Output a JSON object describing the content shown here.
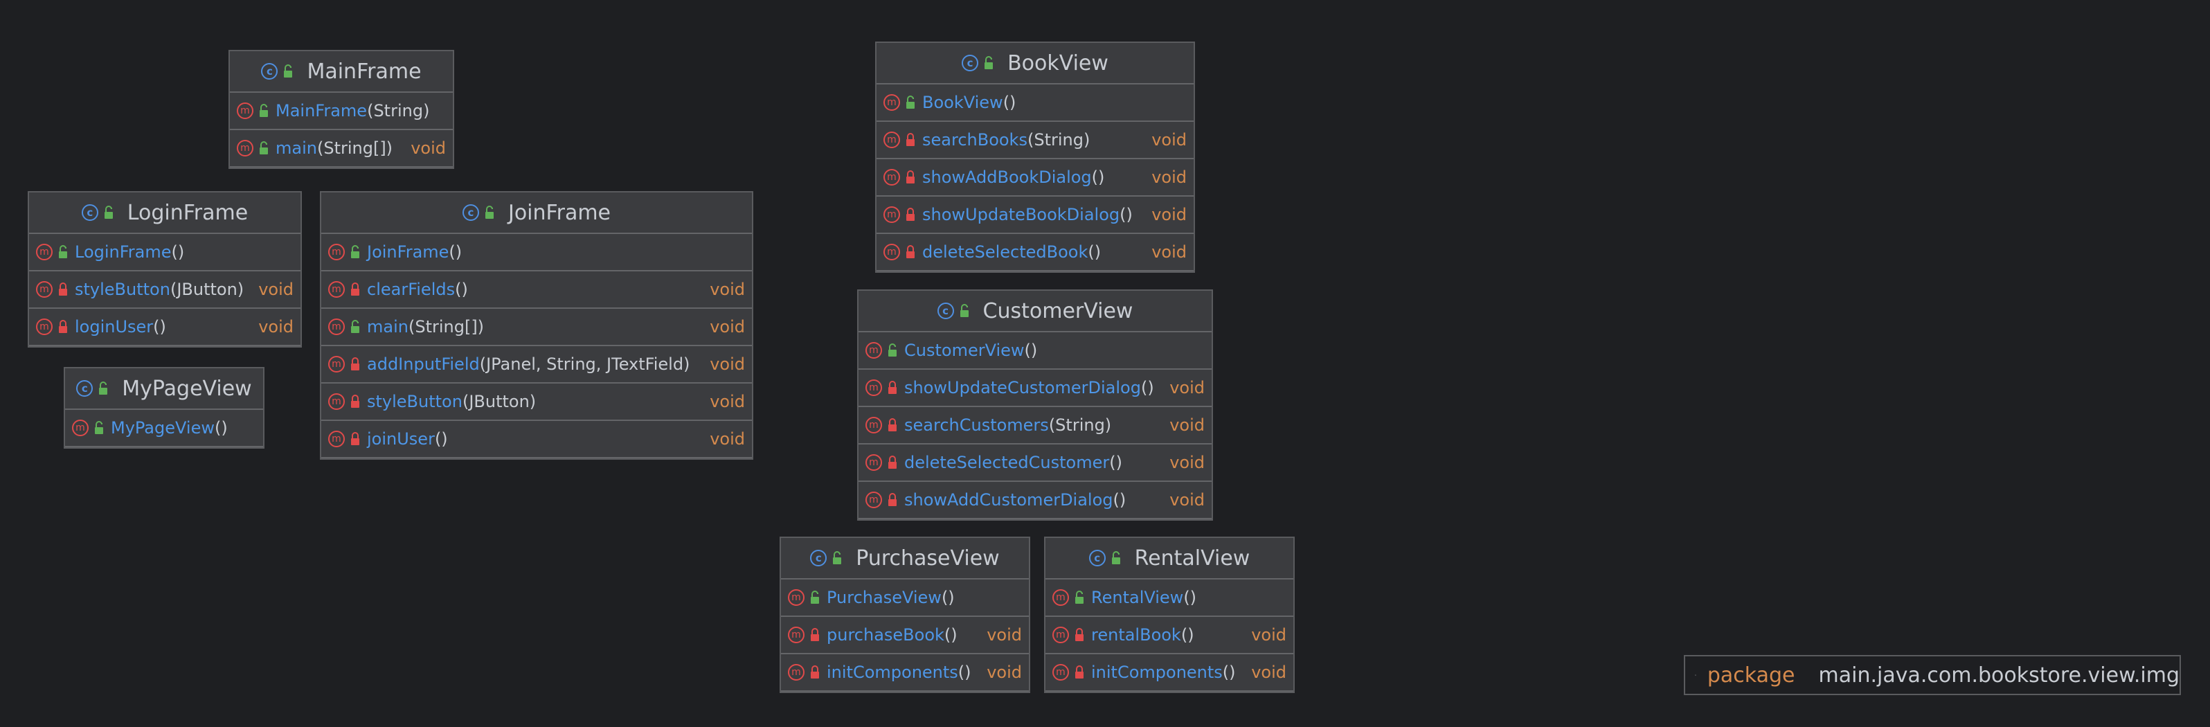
{
  "diagram": {
    "classes": [
      {
        "id": "MainFrame",
        "name": "MainFrame",
        "kind": "class-runnable",
        "members": [
          {
            "name": "MainFrame",
            "params": "(String)",
            "return": "",
            "visibility": "public",
            "constructor": true
          },
          {
            "name": "main",
            "params": "(String[])",
            "return": "void",
            "visibility": "public",
            "static": true
          }
        ]
      },
      {
        "id": "LoginFrame",
        "name": "LoginFrame",
        "kind": "class",
        "members": [
          {
            "name": "LoginFrame",
            "params": "()",
            "return": "",
            "visibility": "public",
            "constructor": true
          },
          {
            "name": "styleButton",
            "params": "(JButton)",
            "return": "void",
            "visibility": "private"
          },
          {
            "name": "loginUser",
            "params": "()",
            "return": "void",
            "visibility": "private"
          }
        ]
      },
      {
        "id": "JoinFrame",
        "name": "JoinFrame",
        "kind": "class-runnable",
        "members": [
          {
            "name": "JoinFrame",
            "params": "()",
            "return": "",
            "visibility": "public",
            "constructor": true
          },
          {
            "name": "clearFields",
            "params": "()",
            "return": "void",
            "visibility": "private"
          },
          {
            "name": "main",
            "params": "(String[])",
            "return": "void",
            "visibility": "public",
            "static": true
          },
          {
            "name": "addInputField",
            "params": "(JPanel, String, JTextField)",
            "return": "void",
            "visibility": "private"
          },
          {
            "name": "styleButton",
            "params": "(JButton)",
            "return": "void",
            "visibility": "private"
          },
          {
            "name": "joinUser",
            "params": "()",
            "return": "void",
            "visibility": "private"
          }
        ]
      },
      {
        "id": "MyPageView",
        "name": "MyPageView",
        "kind": "class",
        "members": [
          {
            "name": "MyPageView",
            "params": "()",
            "return": "",
            "visibility": "public",
            "constructor": true
          }
        ]
      },
      {
        "id": "BookView",
        "name": "BookView",
        "kind": "class",
        "members": [
          {
            "name": "BookView",
            "params": "()",
            "return": "",
            "visibility": "public",
            "constructor": true
          },
          {
            "name": "searchBooks",
            "params": "(String)",
            "return": "void",
            "visibility": "private"
          },
          {
            "name": "showAddBookDialog",
            "params": "()",
            "return": "void",
            "visibility": "private"
          },
          {
            "name": "showUpdateBookDialog",
            "params": "()",
            "return": "void",
            "visibility": "private"
          },
          {
            "name": "deleteSelectedBook",
            "params": "()",
            "return": "void",
            "visibility": "private"
          }
        ]
      },
      {
        "id": "CustomerView",
        "name": "CustomerView",
        "kind": "class",
        "members": [
          {
            "name": "CustomerView",
            "params": "()",
            "return": "",
            "visibility": "public",
            "constructor": true
          },
          {
            "name": "showUpdateCustomerDialog",
            "params": "()",
            "return": "void",
            "visibility": "private"
          },
          {
            "name": "searchCustomers",
            "params": "(String)",
            "return": "void",
            "visibility": "private"
          },
          {
            "name": "deleteSelectedCustomer",
            "params": "()",
            "return": "void",
            "visibility": "private"
          },
          {
            "name": "showAddCustomerDialog",
            "params": "()",
            "return": "void",
            "visibility": "private"
          }
        ]
      },
      {
        "id": "PurchaseView",
        "name": "PurchaseView",
        "kind": "class",
        "members": [
          {
            "name": "PurchaseView",
            "params": "()",
            "return": "",
            "visibility": "public",
            "constructor": true
          },
          {
            "name": "purchaseBook",
            "params": "()",
            "return": "void",
            "visibility": "private"
          },
          {
            "name": "initComponents",
            "params": "()",
            "return": "void",
            "visibility": "private"
          }
        ]
      },
      {
        "id": "RentalView",
        "name": "RentalView",
        "kind": "class",
        "members": [
          {
            "name": "RentalView",
            "params": "()",
            "return": "",
            "visibility": "public",
            "constructor": true
          },
          {
            "name": "rentalBook",
            "params": "()",
            "return": "void",
            "visibility": "private"
          },
          {
            "name": "initComponents",
            "params": "()",
            "return": "void",
            "visibility": "private"
          }
        ]
      }
    ],
    "package": {
      "keyword": "package",
      "name": "main.java.com.bookstore.view.img"
    }
  },
  "icons": {
    "class": "class-icon",
    "method": "method-icon",
    "public": "unlock-icon",
    "private": "lock-icon",
    "package": "folder-icon"
  },
  "colors": {
    "background": "#1e1f22",
    "box": "#3b3c3f",
    "method_name": "#4e97e8",
    "return_type": "#d58a4d",
    "class_icon": "#4f8fe0",
    "method_icon": "#e04a4a",
    "public_lock": "#5fb157",
    "private_lock": "#e04a4a"
  }
}
